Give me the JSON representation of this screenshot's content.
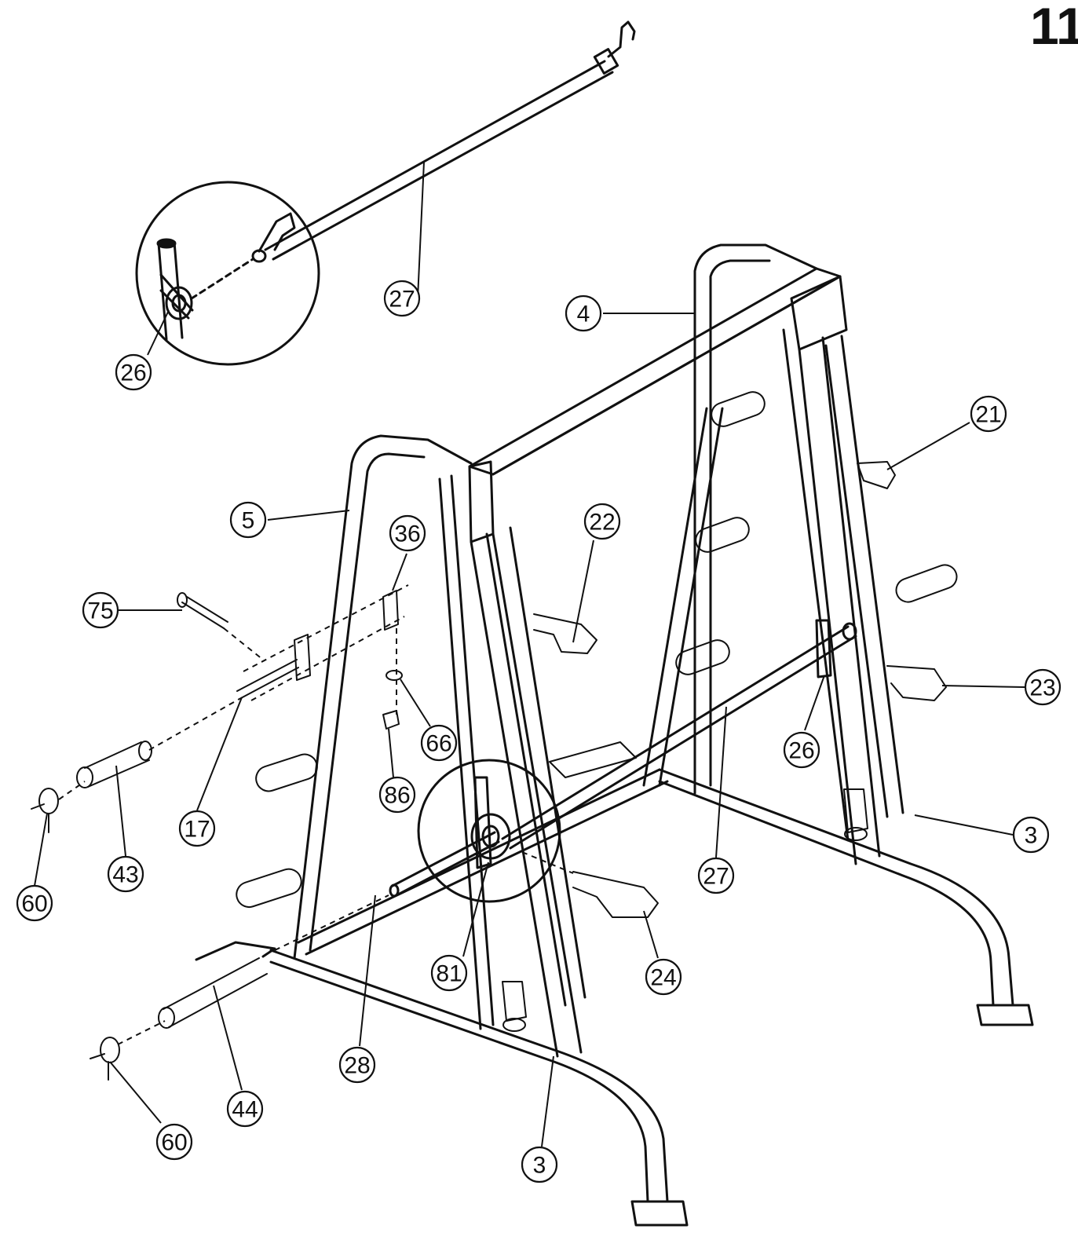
{
  "page_number": "11",
  "callouts": [
    {
      "id": "c27-top",
      "label": "27"
    },
    {
      "id": "c26-top",
      "label": "26"
    },
    {
      "id": "c4",
      "label": "4"
    },
    {
      "id": "c21",
      "label": "21"
    },
    {
      "id": "c22",
      "label": "22"
    },
    {
      "id": "c5",
      "label": "5"
    },
    {
      "id": "c36",
      "label": "36"
    },
    {
      "id": "c75",
      "label": "75"
    },
    {
      "id": "c66",
      "label": "66"
    },
    {
      "id": "c86",
      "label": "86"
    },
    {
      "id": "c17",
      "label": "17"
    },
    {
      "id": "c43",
      "label": "43"
    },
    {
      "id": "c60-upper",
      "label": "60"
    },
    {
      "id": "c23",
      "label": "23"
    },
    {
      "id": "c26-right",
      "label": "26"
    },
    {
      "id": "c3-right",
      "label": "3"
    },
    {
      "id": "c27-mid",
      "label": "27"
    },
    {
      "id": "c81",
      "label": "81"
    },
    {
      "id": "c24",
      "label": "24"
    },
    {
      "id": "c28",
      "label": "28"
    },
    {
      "id": "c44",
      "label": "44"
    },
    {
      "id": "c60-lower",
      "label": "60"
    },
    {
      "id": "c3-bottom",
      "label": "3"
    }
  ]
}
